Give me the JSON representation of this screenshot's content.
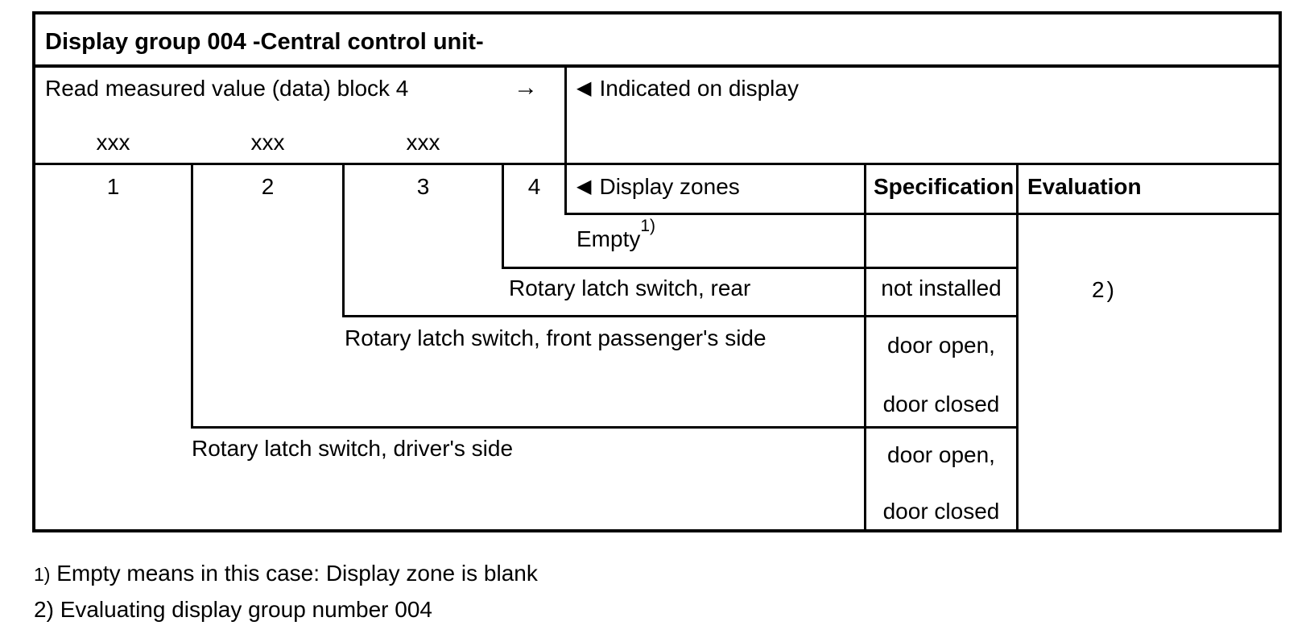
{
  "table": {
    "title": "Display group 004 -Central control unit-",
    "read_block": {
      "label": "Read measured value (data) block 4",
      "arrow": "→"
    },
    "indicated": {
      "marker": "◀",
      "label": "Indicated on display"
    },
    "xxx_row": [
      "xxx",
      "xxx",
      "xxx"
    ],
    "zone_numbers": [
      "1",
      "2",
      "3",
      "4"
    ],
    "display_zones": {
      "marker": "◀",
      "label": "Display zones"
    },
    "col_specification": "Specification",
    "col_evaluation": "Evaluation",
    "rows": [
      {
        "zone": "4",
        "description": "Empty",
        "description_sup": "1)",
        "specification": []
      },
      {
        "zone": "3",
        "description": "Rotary latch switch, rear",
        "specification": [
          "not installed"
        ]
      },
      {
        "zone": "2",
        "description": "Rotary latch switch, front passenger's side",
        "specification": [
          "door open,",
          "door closed"
        ]
      },
      {
        "zone": "1",
        "description": "Rotary latch switch, driver's side",
        "specification": [
          "door open,",
          "door closed"
        ]
      }
    ],
    "evaluation_note": "2)"
  },
  "footnotes": [
    {
      "marker": "1)",
      "text": "Empty means in this case: Display zone is blank"
    },
    {
      "marker": "2)",
      "text": "Evaluating display group number 004"
    }
  ]
}
